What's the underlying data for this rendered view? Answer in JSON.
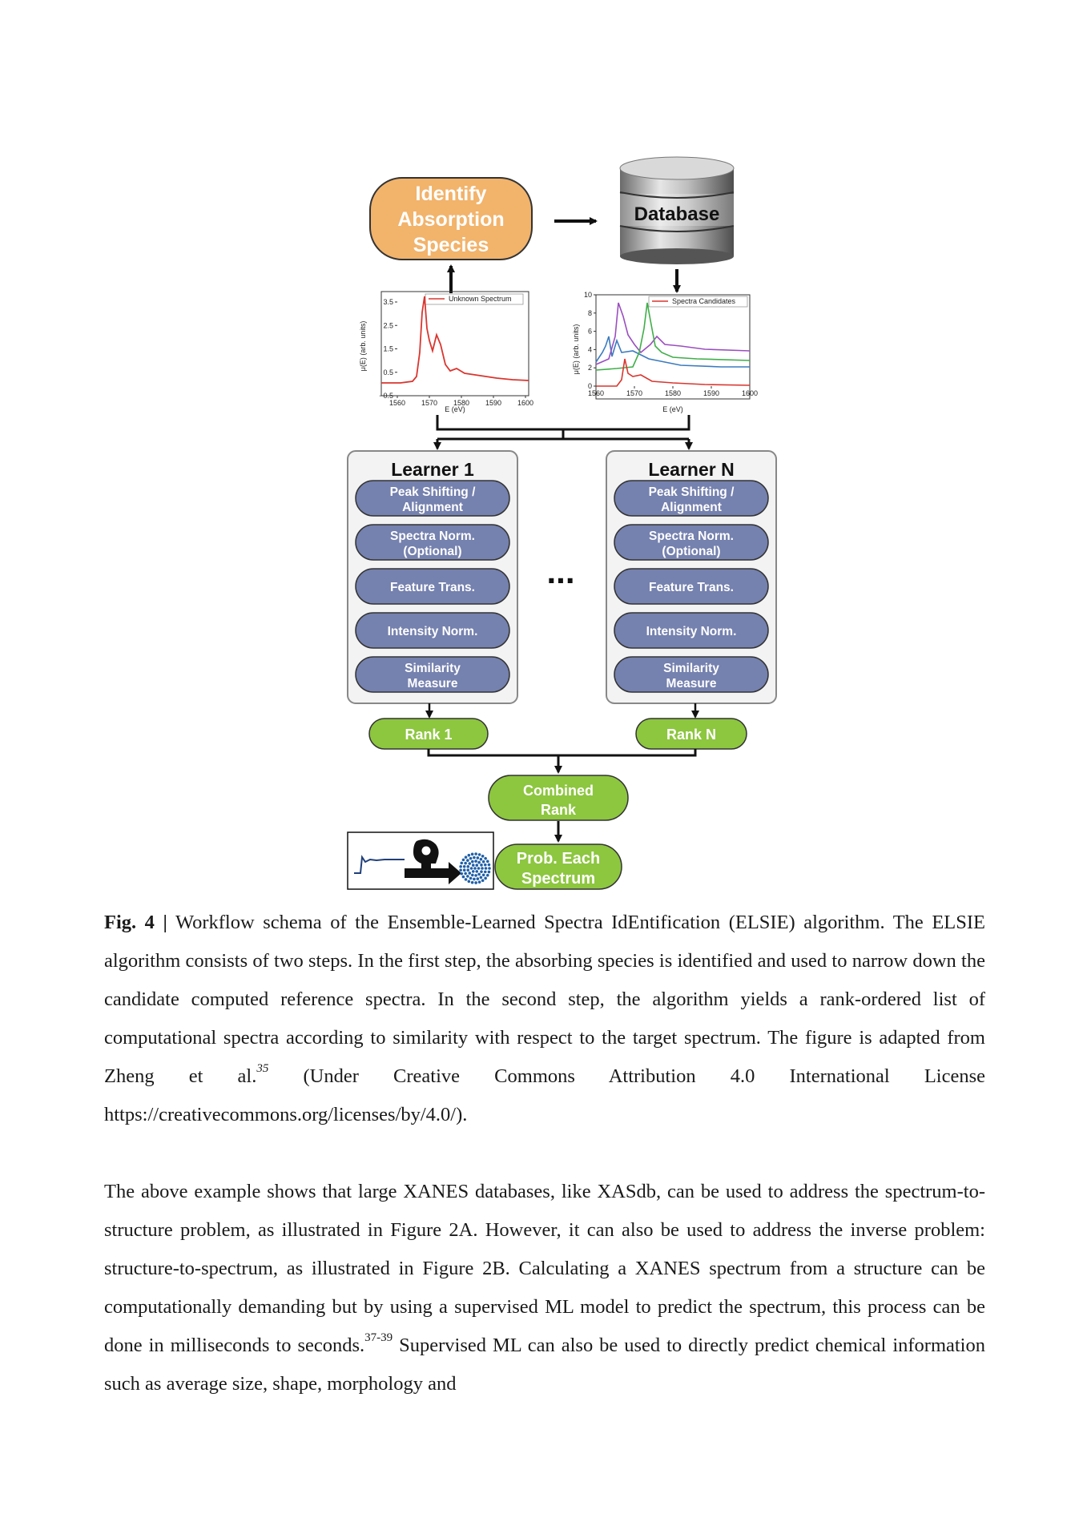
{
  "figure": {
    "identify_box": [
      "Identify",
      "Absorption",
      "Species"
    ],
    "database_label": "Database",
    "plot_left": {
      "legend": "Unknown Spectrum",
      "ylabel": "μ(E) (arb. units)",
      "xlabel": "E (eV)",
      "xticks": [
        "1560",
        "1570",
        "1580",
        "1590",
        "1600"
      ],
      "yticks": [
        "3.5",
        "2.5",
        "1.5",
        "0.5",
        "−0.5"
      ]
    },
    "plot_right": {
      "legend": "Spectra Candidates",
      "ylabel": "μ(E) (arb. units)",
      "xlabel": "E (eV)",
      "xticks": [
        "1560",
        "1570",
        "1580",
        "1590",
        "1600"
      ],
      "yticks": [
        "10",
        "8",
        "6",
        "4",
        "2",
        "0"
      ]
    },
    "learner1": {
      "title": "Learner 1",
      "steps": [
        [
          "Peak Shifting /",
          "Alignment"
        ],
        [
          "Spectra Norm.",
          "(Optional)"
        ],
        [
          "Feature Trans."
        ],
        [
          "Intensity Norm."
        ],
        [
          "Similarity",
          "Measure"
        ]
      ],
      "rank": "Rank 1"
    },
    "learnerN": {
      "title": "Learner N",
      "steps": [
        [
          "Peak Shifting /",
          "Alignment"
        ],
        [
          "Spectra Norm.",
          "(Optional)"
        ],
        [
          "Feature Trans."
        ],
        [
          "Intensity Norm."
        ],
        [
          "Similarity",
          "Measure"
        ]
      ],
      "rank": "Rank N"
    },
    "ellipsis": "...",
    "combined_rank": [
      "Combined",
      "Rank"
    ],
    "prob_each": [
      "Prob. Each",
      "Spectrum"
    ],
    "colors": {
      "orange": "#f2b36b",
      "purple": "#7581ae",
      "green": "#8dc63f",
      "red": "#d9362f",
      "blue": "#3b7bbf",
      "violet": "#9b4fbf",
      "lime": "#3fae49",
      "navy": "#1f3f7a"
    }
  },
  "caption": {
    "label": "Fig. 4 |",
    "text": " Workflow schema of the Ensemble-Learned Spectra IdEntification (ELSIE) algorithm. The ELSIE algorithm consists of two steps. In the first step, the absorbing species is identified and used to narrow down the candidate computed reference spectra. In the second step, the algorithm yields a rank-ordered list of computational spectra according to similarity with respect to the target spectrum. The figure is adapted from Zheng et al.",
    "ref": "35",
    "text2": " (Under Creative Commons Attribution 4.0 International License https://creativecommons.org/licenses/by/4.0/)."
  },
  "paragraph": {
    "text1": "The above example shows that large XANES databases, like XASdb, can be used to address the spectrum-to-structure problem, as illustrated in Figure 2A. However, it can also be used to address the inverse problem: structure-to-spectrum, as illustrated in Figure 2B. Calculating a XANES spectrum from a structure can be computationally demanding but by using a supervised ML model to predict the spectrum, this process can be done in milliseconds to seconds.",
    "ref": "37-39",
    "text2": " Supervised ML can also be used to directly predict chemical information such as average size, shape, morphology and"
  }
}
